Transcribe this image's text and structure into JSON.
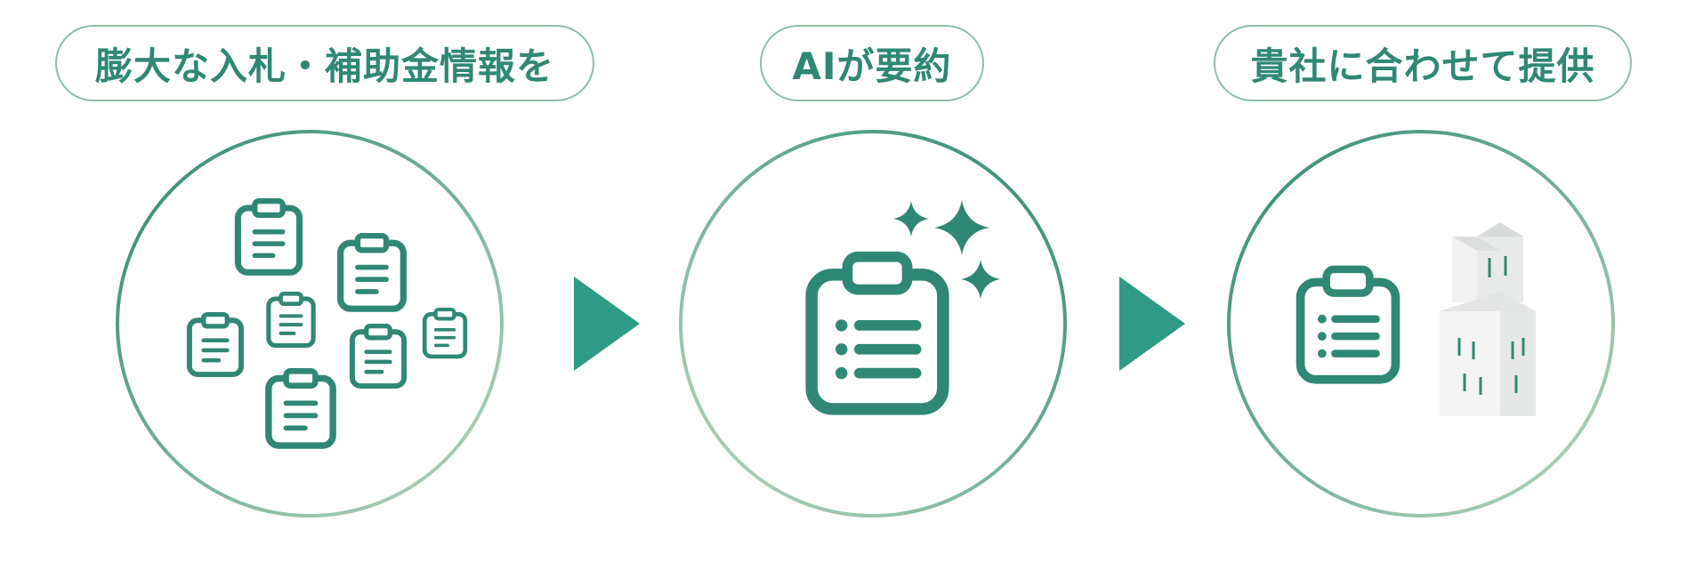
{
  "steps": [
    {
      "label": "膨大な入札・補助金情報を",
      "icon": "clipboard-cluster-icon"
    },
    {
      "label": "AIが要約",
      "icon": "sparkle-clipboard-icon"
    },
    {
      "label": "貴社に合わせて提供",
      "icon": "clipboard-building-icon"
    }
  ],
  "arrows": [
    "triangle-right-icon",
    "triangle-right-icon"
  ],
  "colors": {
    "primary": "#2f8874",
    "ring_light": "#a9cdb4",
    "pill_border": "#8cbfa6",
    "building": "#eef0ef"
  }
}
